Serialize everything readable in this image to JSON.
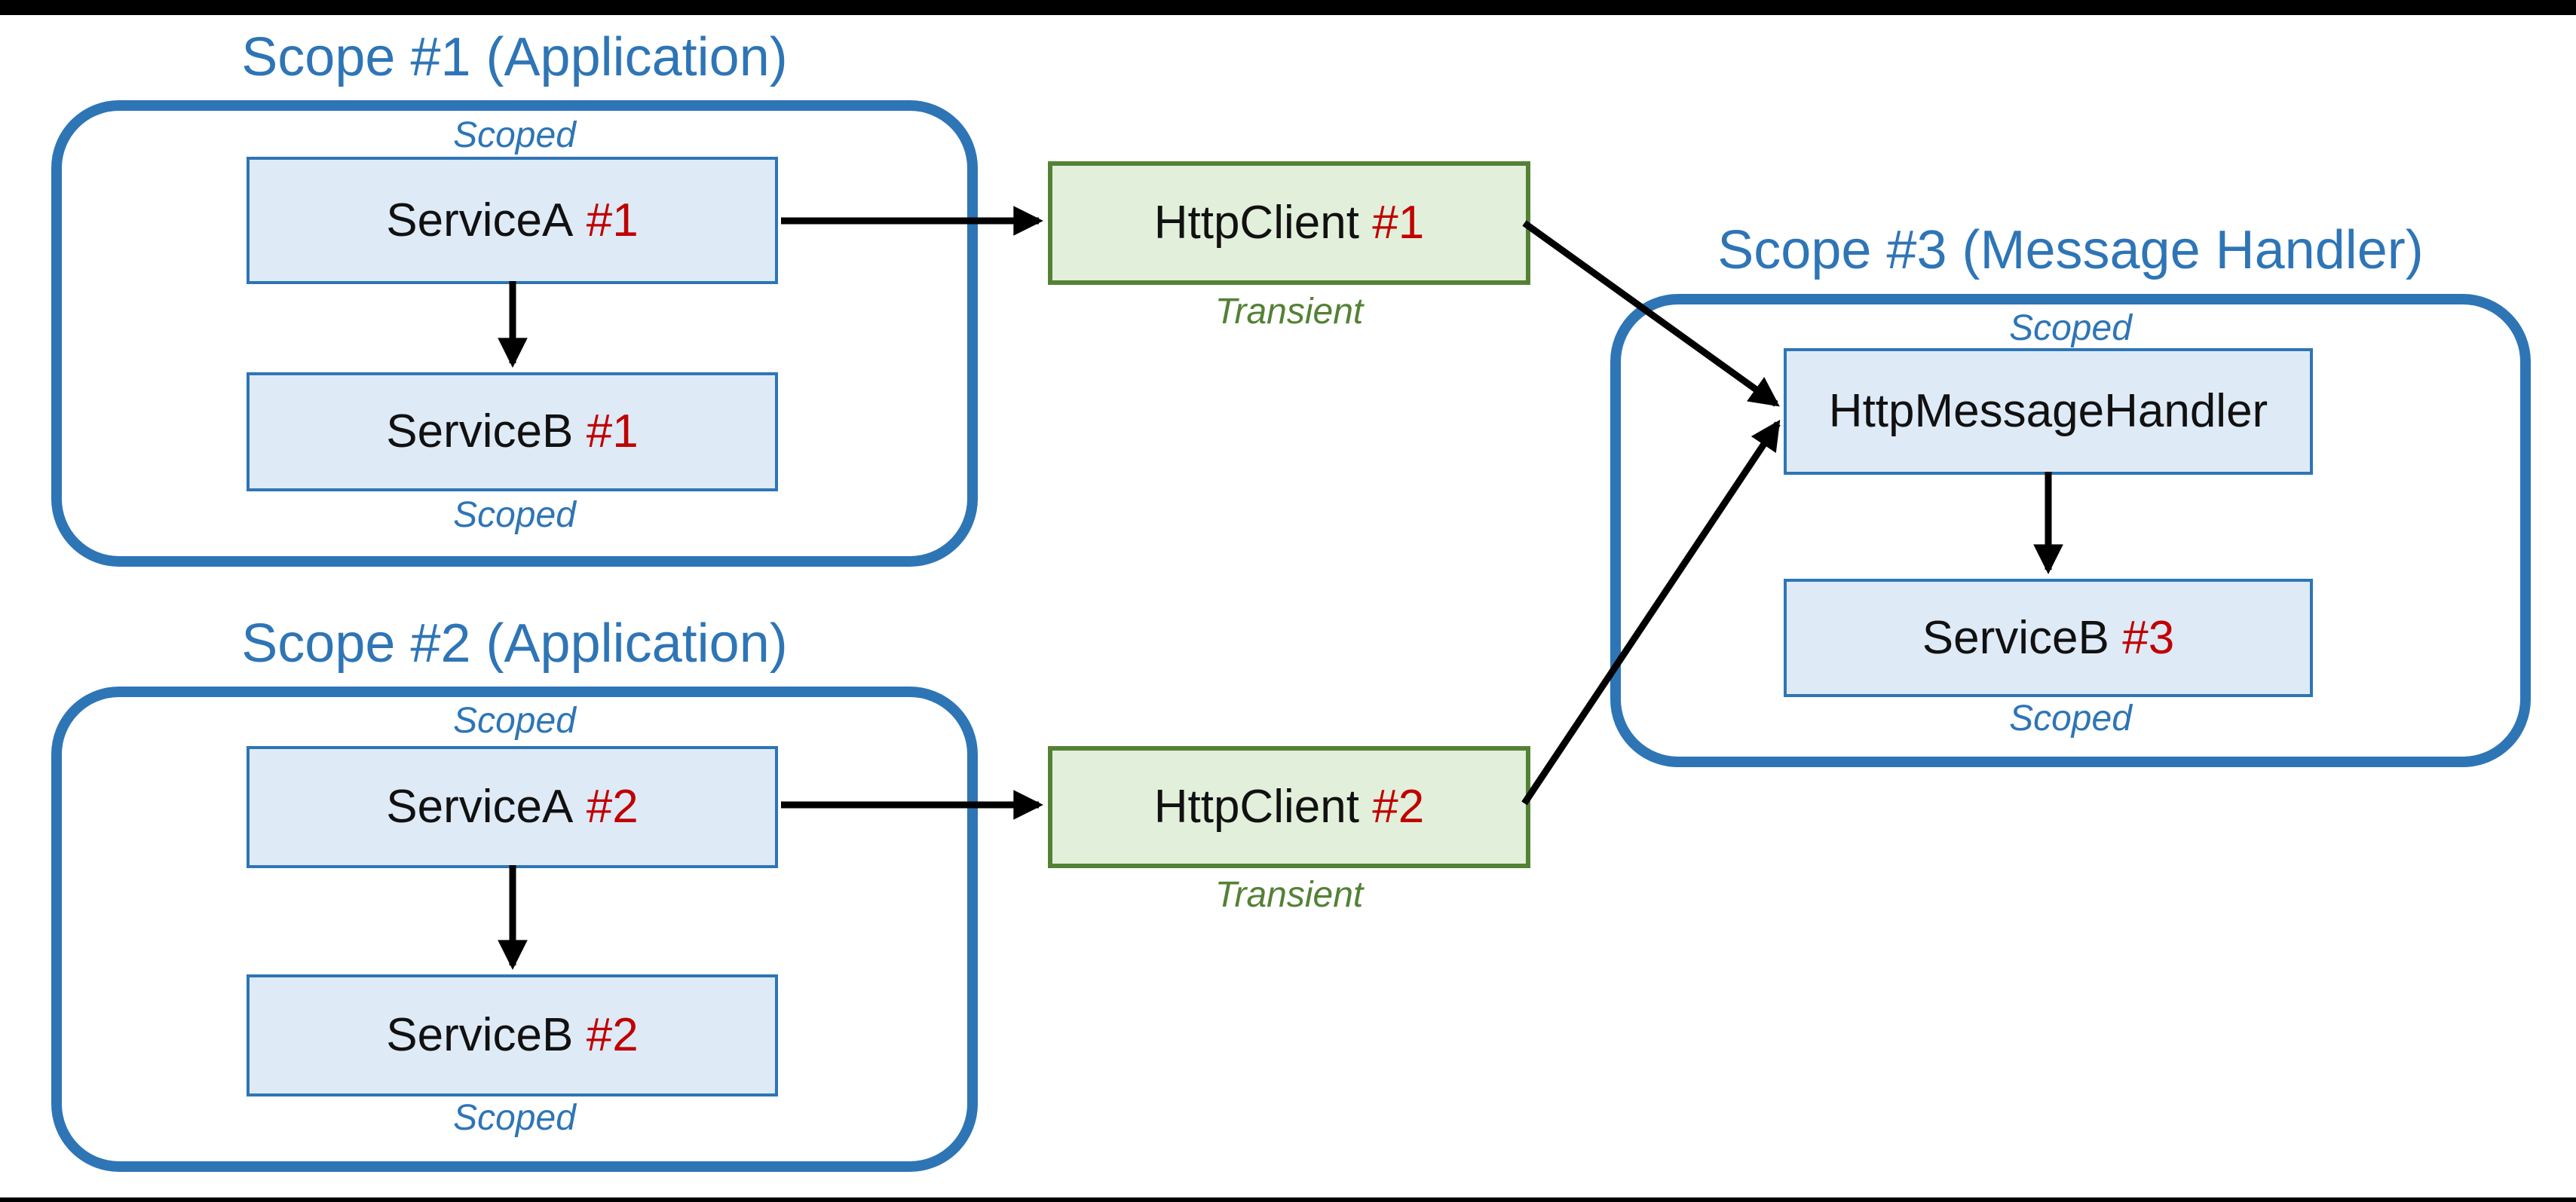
{
  "scope1": {
    "title": "Scope #1 (Application)",
    "label_top": "Scoped",
    "label_bottom": "Scoped",
    "service_a": {
      "name": "ServiceA",
      "badge": "#1"
    },
    "service_b": {
      "name": "ServiceB",
      "badge": "#1"
    }
  },
  "scope2": {
    "title": "Scope #2 (Application)",
    "label_top": "Scoped",
    "label_bottom": "Scoped",
    "service_a": {
      "name": "ServiceA",
      "badge": "#2"
    },
    "service_b": {
      "name": "ServiceB",
      "badge": "#2"
    }
  },
  "scope3": {
    "title": "Scope #3 (Message Handler)",
    "label_top": "Scoped",
    "label_bottom": "Scoped",
    "handler": {
      "name": "HttpMessageHandler"
    },
    "service_b": {
      "name": "ServiceB",
      "badge": "#3"
    }
  },
  "client1": {
    "name": "HttpClient",
    "badge": "#1",
    "lifetime": "Transient"
  },
  "client2": {
    "name": "HttpClient",
    "badge": "#2",
    "lifetime": "Transient"
  },
  "edges": [
    {
      "from": "ServiceA #1",
      "to": "HttpClient #1"
    },
    {
      "from": "ServiceA #1",
      "to": "ServiceB #1"
    },
    {
      "from": "ServiceA #2",
      "to": "HttpClient #2"
    },
    {
      "from": "ServiceA #2",
      "to": "ServiceB #2"
    },
    {
      "from": "HttpClient #1",
      "to": "HttpMessageHandler"
    },
    {
      "from": "HttpClient #2",
      "to": "HttpMessageHandler"
    },
    {
      "from": "HttpMessageHandler",
      "to": "ServiceB #3"
    }
  ],
  "colors": {
    "scope_outline_blue": "#2E75B6",
    "title_blue": "#2E75B6",
    "node_fill_blue": "#DEEAF6",
    "node_border_blue": "#2E75B6",
    "client_fill_green": "#E2EFDA",
    "client_border_green": "#548235",
    "lifetime_text_green": "#538135",
    "badge_red": "#C00000",
    "letterbox_black": "#000000"
  }
}
